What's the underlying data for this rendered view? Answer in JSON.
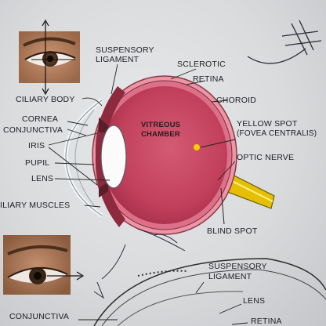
{
  "labels": {
    "suspensory_ligament_1": "SUSPENSORY",
    "suspensory_ligament_2": "LIGAMENT",
    "sclerotic": "SCLEROTIC",
    "retina": "RETINA",
    "ciliary_body": "CILIARY BODY",
    "choroid": "CHOROID",
    "cornea": "CORNEA",
    "conjunctiva": "CONJUNCTIVA",
    "iris": "IRIS",
    "pupil": "PUPIL",
    "lens": "LENS",
    "ciliary_muscles": "ILIARY MUSCLES",
    "vitreous_1": "VITREOUS",
    "vitreous_2": "CHAMBER",
    "yellow_spot_1": "YELLOW SPOT",
    "yellow_spot_2": "(FOVEA CENTRALIS)",
    "optic_nerve": "OPTIC NERVE",
    "blind_spot": "BLIND SPOT",
    "bottom_suspensory_1": "SUSPENSORY",
    "bottom_suspensory_2": "LIGAMENT",
    "bottom_lens": "LENS",
    "bottom_conjunctiva": "CONJUNCTIVA",
    "bottom_retina": "RETINA"
  },
  "colors": {
    "vitreous": "#c8435e",
    "sclera": "#e88a9a",
    "optic_nerve": "#f0c400",
    "lens": "#ffffff"
  }
}
